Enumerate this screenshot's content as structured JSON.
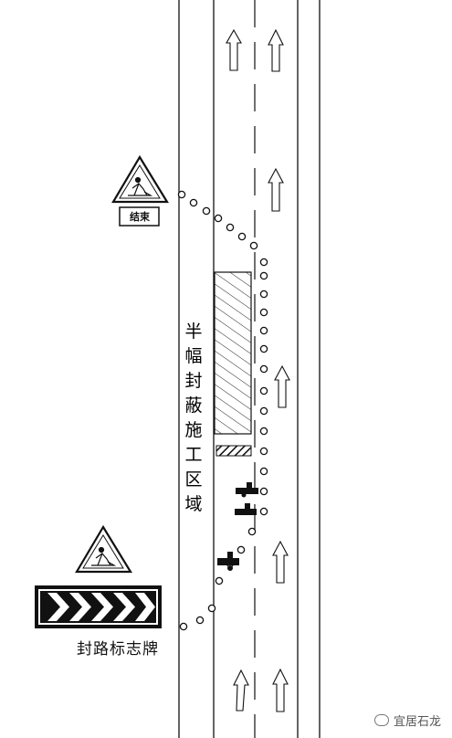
{
  "diagram": {
    "work_zone_label": [
      "半",
      "幅",
      "封",
      "蔽",
      "施",
      "工",
      "区",
      "域"
    ],
    "end_sign_text": "结束",
    "closure_sign_caption": "封路标志牌",
    "watermark": "宜居石龙",
    "colors": {
      "line": "#111111",
      "background": "#ffffff"
    }
  }
}
